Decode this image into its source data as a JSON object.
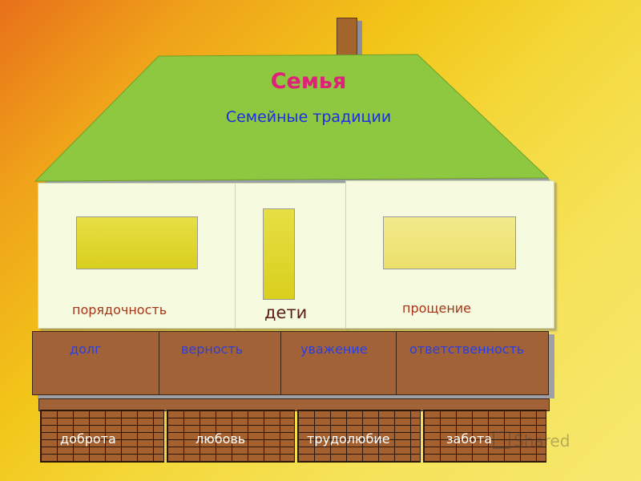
{
  "roof": {
    "title": "Семья",
    "subtitle": "Семейные традиции"
  },
  "rooms": {
    "left_label": "порядочность",
    "middle_label": "дети",
    "right_label": "прощение"
  },
  "beam": {
    "words": [
      "долг",
      "верность",
      "уважение",
      "ответственность"
    ]
  },
  "foundation": {
    "words": [
      "доброта",
      "любовь",
      "трудолюбие",
      "забота"
    ]
  },
  "watermark": "Shared",
  "colors": {
    "roof": "#8dc63f",
    "walls": "#f6fbdf",
    "wood": "#a06236",
    "title": "#e0207a",
    "subtitle": "#1b2ee6"
  }
}
